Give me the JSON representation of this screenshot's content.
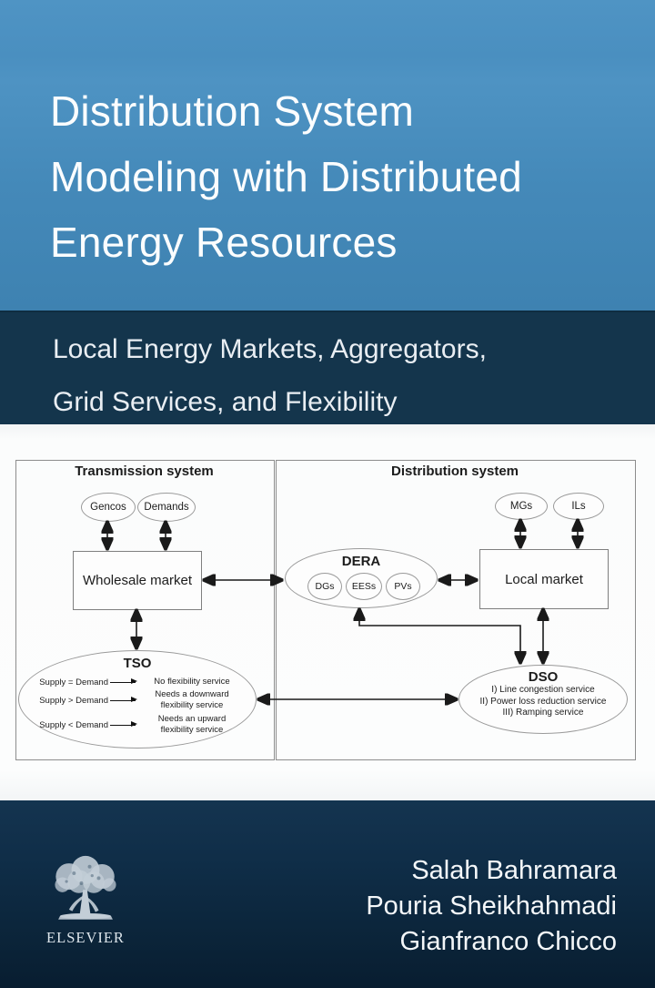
{
  "cover": {
    "title_lines": [
      "Distribution System",
      "Modeling with Distributed",
      "Energy Resources"
    ],
    "subtitle_lines": [
      "Local Energy Markets, Aggregators,",
      "Grid Services, and Flexibility"
    ],
    "authors": [
      "Salah Bahramara",
      "Pouria Sheikhahmadi",
      "Gianfranco Chicco"
    ],
    "publisher": {
      "name": "ELSEVIER",
      "logo": "elsevier-tree-icon"
    },
    "colors": {
      "top_band_blue": "#4a8fc0",
      "subtitle_band_navy": "#14354c",
      "diagram_panel_bg": "#fbfcfc",
      "bottom_band_navy": "#0f2d47",
      "title_text": "#fbfdfe",
      "diagram_line": "#1a1a1a"
    }
  },
  "diagram": {
    "transmission": {
      "label": "Transmission system",
      "gencos_label": "Gencos",
      "demands_label": "Demands",
      "wholesale_market_label": "Wholesale market",
      "tso": {
        "title": "TSO",
        "rows": [
          {
            "condition": "Supply = Demand",
            "service_lines": [
              "No flexibility service"
            ]
          },
          {
            "condition": "Supply > Demand",
            "service_lines": [
              "Needs a downward",
              "flexibility service"
            ]
          },
          {
            "condition": "Supply < Demand",
            "service_lines": [
              "Needs an upward",
              "flexibility service"
            ]
          }
        ]
      }
    },
    "distribution": {
      "label": "Distribution system",
      "mgs_label": "MGs",
      "ils_label": "ILs",
      "local_market_label": "Local market",
      "dera": {
        "title": "DERA",
        "members": [
          "DGs",
          "EESs",
          "PVs"
        ]
      },
      "dso": {
        "title": "DSO",
        "services": [
          "I) Line congestion service",
          "II) Power loss reduction service",
          "III) Ramping service"
        ]
      }
    }
  }
}
